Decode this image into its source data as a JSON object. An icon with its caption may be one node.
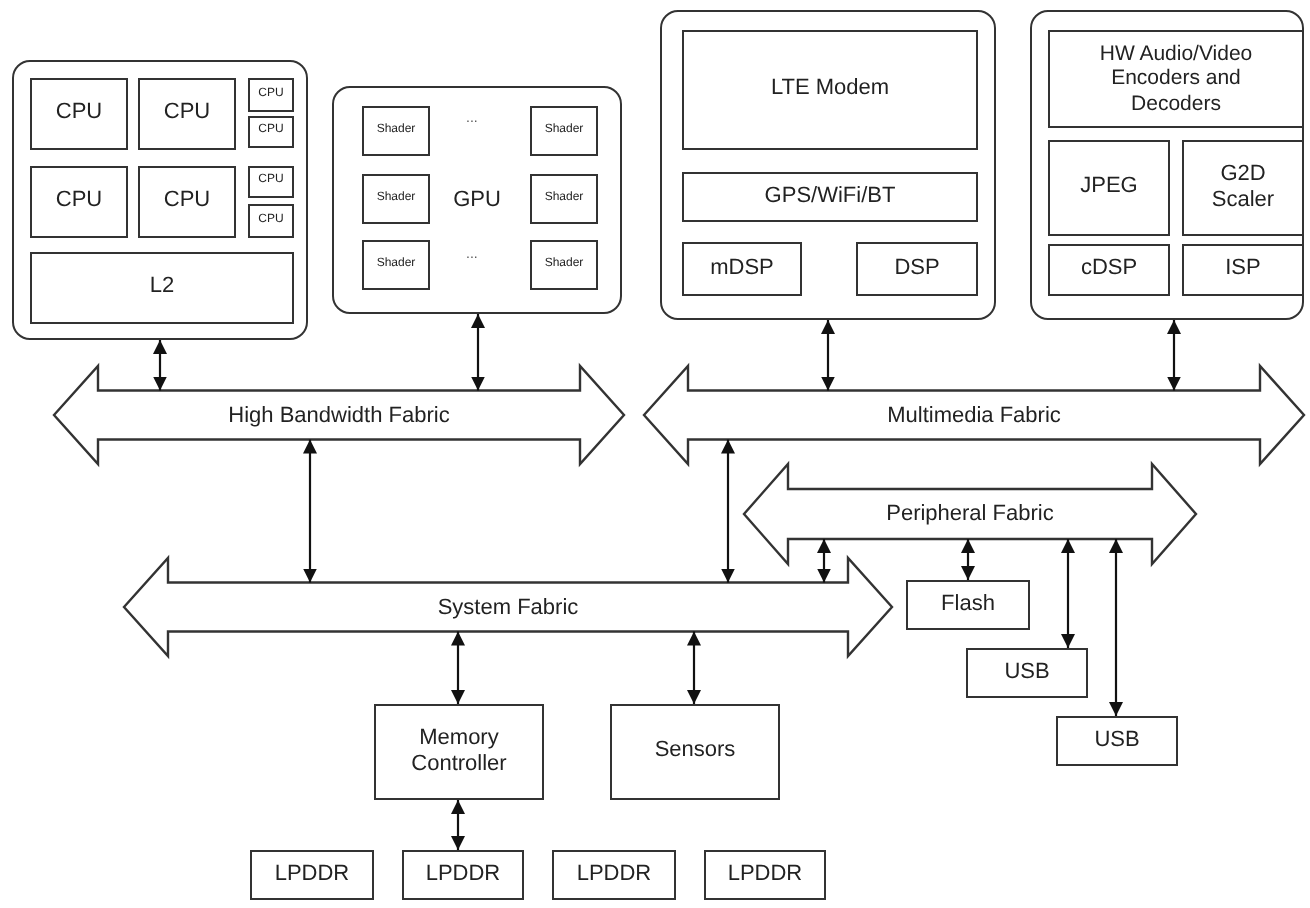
{
  "diagram": {
    "nodes": [
      {
        "text": [],
        "shape": "box"
      },
      {
        "text": [
          "CPU"
        ],
        "in": 0
      },
      {
        "text": [
          "CPU"
        ],
        "in": 0
      },
      {
        "text": [
          "CPU"
        ],
        "in": 0
      },
      {
        "text": [
          "CPU"
        ],
        "in": 0
      },
      {
        "text": [
          "CPU"
        ],
        "in": 0
      },
      {
        "text": [
          "CPU"
        ],
        "in": 0
      },
      {
        "text": [
          "CPU"
        ],
        "in": 0
      },
      {
        "text": [
          "CPU"
        ],
        "in": 0
      },
      {
        "text": [
          "L2"
        ],
        "in": 0
      },
      {
        "text": [
          "GPU"
        ]
      },
      {
        "text": [
          "Shader"
        ],
        "in": 10
      },
      {
        "text": [
          "Shader"
        ],
        "in": 10
      },
      {
        "text": [
          "Shader"
        ],
        "in": 10
      },
      {
        "text": [
          "Shader"
        ],
        "in": 10
      },
      {
        "text": [
          "Shader"
        ],
        "in": 10
      },
      {
        "text": [
          "Shader"
        ],
        "in": 10
      },
      {
        "text": [],
        "shape": "box"
      },
      {
        "text": [
          "LTE Modem"
        ],
        "in": 17
      },
      {
        "text": [
          "GPS/WiFi/BT"
        ],
        "in": 17
      },
      {
        "text": [
          "mDSP"
        ],
        "in": 17
      },
      {
        "text": [
          "DSP"
        ],
        "in": 17
      },
      {
        "text": [],
        "shape": "box"
      },
      {
        "text": [
          "HW Audio/Video Encoders and Decoders"
        ],
        "in": 22
      },
      {
        "text": [
          "JPEG"
        ],
        "in": 22
      },
      {
        "text": [
          "G2D Scaler"
        ],
        "in": 22
      },
      {
        "text": [
          "cDSP"
        ],
        "in": 22
      },
      {
        "text": [
          "ISP"
        ],
        "in": 22
      },
      {
        "text": [
          "High Bandwidth Fabric"
        ]
      },
      {
        "text": [
          "Multimedia Fabric"
        ]
      },
      {
        "text": [
          "Peripheral Fabric"
        ]
      },
      {
        "text": [
          "System Fabric"
        ]
      },
      {
        "text": [
          "Flash"
        ]
      },
      {
        "text": [
          "USB"
        ]
      },
      {
        "text": [
          "Memory Controller"
        ]
      },
      {
        "text": [
          "Sensors"
        ]
      },
      {
        "text": [
          "USB"
        ]
      },
      {
        "text": [
          "LPDDR"
        ]
      },
      {
        "text": [
          "LPDDR"
        ]
      },
      {
        "text": [
          "LPDDR"
        ]
      },
      {
        "text": [
          "LPDDR"
        ]
      }
    ],
    "edges": [
      {
        "from": 0,
        "to": 28,
        "arrow": "both"
      },
      {
        "from": 10,
        "to": 28,
        "arrow": "both"
      },
      {
        "from": 17,
        "to": 29,
        "arrow": "both"
      },
      {
        "from": 22,
        "to": 29,
        "arrow": "both"
      },
      {
        "from": 28,
        "to": 31,
        "arrow": "both"
      },
      {
        "from": 29,
        "to": 31,
        "arrow": "both"
      },
      {
        "from": 30,
        "to": 31,
        "arrow": "both"
      },
      {
        "from": 30,
        "to": 32,
        "arrow": "both"
      },
      {
        "from": 30,
        "to": 33,
        "arrow": "both"
      },
      {
        "from": 30,
        "to": 36,
        "arrow": "both"
      },
      {
        "from": 31,
        "to": 34,
        "arrow": "both"
      },
      {
        "from": 31,
        "to": 35,
        "arrow": "both"
      },
      {
        "from": 34,
        "to": 38,
        "arrow": "both"
      }
    ],
    "labels": [
      "...",
      "..."
    ]
  }
}
